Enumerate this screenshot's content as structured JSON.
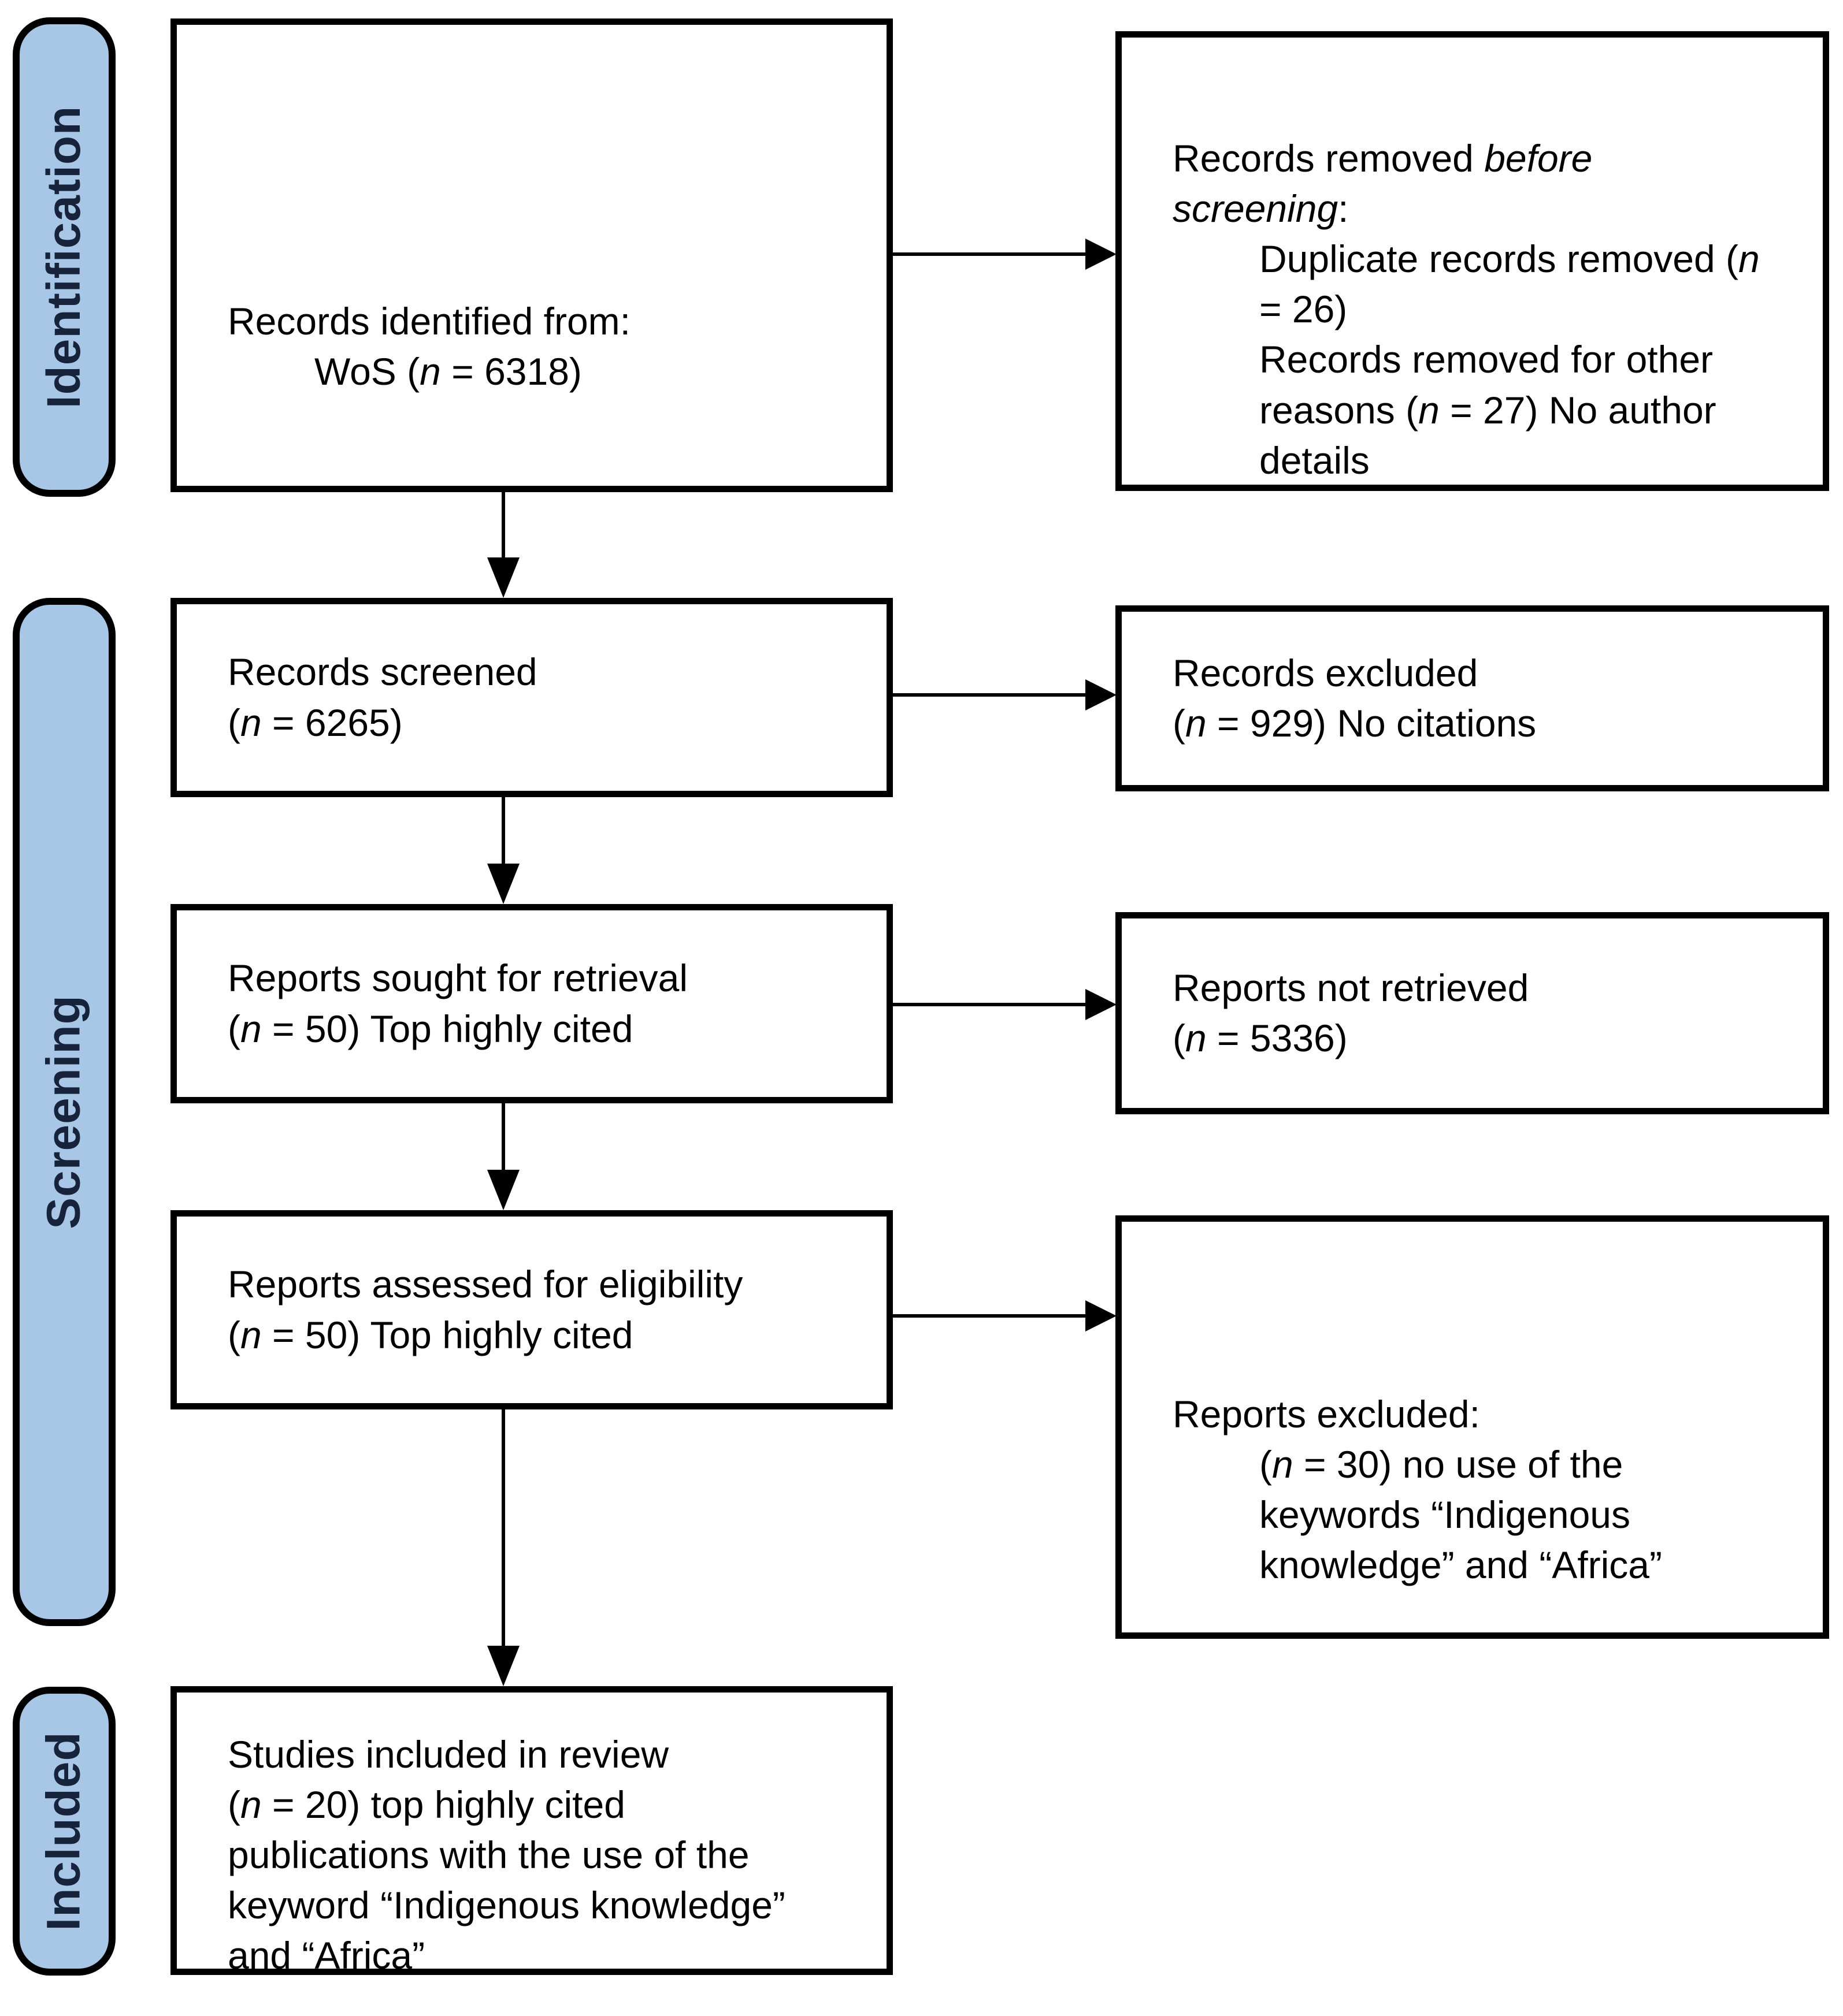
{
  "figure": {
    "type": "prisma-flow-diagram",
    "stages": [
      {
        "label": "Identification"
      },
      {
        "label": "Screening"
      },
      {
        "label": "Included"
      }
    ],
    "boxes": {
      "records_identified": {
        "lines": [
          {
            "segments": [
              {
                "t": "Records identified from:"
              }
            ]
          },
          {
            "indent": true,
            "segments": [
              {
                "t": "WoS ("
              },
              {
                "t": "n",
                "i": true
              },
              {
                "t": " = 6318)"
              }
            ]
          }
        ]
      },
      "records_removed": {
        "lines": [
          {
            "segments": [
              {
                "t": "Records removed "
              },
              {
                "t": "before",
                "i": true
              }
            ]
          },
          {
            "segments": [
              {
                "t": "screening",
                "i": true
              },
              {
                "t": ":"
              }
            ]
          },
          {
            "indent": true,
            "segments": [
              {
                "t": "Duplicate records removed ("
              },
              {
                "t": "n",
                "i": true
              }
            ]
          },
          {
            "indent": true,
            "segments": [
              {
                "t": "= 26)"
              }
            ]
          },
          {
            "indent": true,
            "segments": [
              {
                "t": "Records removed for other"
              }
            ]
          },
          {
            "indent": true,
            "segments": [
              {
                "t": "reasons ("
              },
              {
                "t": "n",
                "i": true
              },
              {
                "t": " = 27) No author"
              }
            ]
          },
          {
            "indent": true,
            "segments": [
              {
                "t": "details"
              }
            ]
          }
        ]
      },
      "records_screened": {
        "lines": [
          {
            "segments": [
              {
                "t": "Records screened"
              }
            ]
          },
          {
            "segments": [
              {
                "t": "("
              },
              {
                "t": "n",
                "i": true
              },
              {
                "t": " = 6265)"
              }
            ]
          }
        ]
      },
      "records_excluded": {
        "lines": [
          {
            "segments": [
              {
                "t": "Records excluded"
              }
            ]
          },
          {
            "segments": [
              {
                "t": "("
              },
              {
                "t": "n",
                "i": true
              },
              {
                "t": " = 929) No citations"
              }
            ]
          }
        ]
      },
      "reports_sought": {
        "lines": [
          {
            "segments": [
              {
                "t": "Reports sought for retrieval"
              }
            ]
          },
          {
            "segments": [
              {
                "t": "("
              },
              {
                "t": "n",
                "i": true
              },
              {
                "t": " = 50) Top highly cited"
              }
            ]
          }
        ]
      },
      "reports_not_retrieved": {
        "lines": [
          {
            "segments": [
              {
                "t": "Reports not retrieved"
              }
            ]
          },
          {
            "segments": [
              {
                "t": "("
              },
              {
                "t": "n",
                "i": true
              },
              {
                "t": " = 5336)"
              }
            ]
          }
        ]
      },
      "reports_assessed": {
        "lines": [
          {
            "segments": [
              {
                "t": "Reports assessed for eligibility"
              }
            ]
          },
          {
            "segments": [
              {
                "t": "("
              },
              {
                "t": "n",
                "i": true
              },
              {
                "t": " = 50) Top highly cited"
              }
            ]
          }
        ]
      },
      "reports_excluded": {
        "lines": [
          {
            "segments": [
              {
                "t": "Reports excluded:"
              }
            ]
          },
          {
            "indent": true,
            "segments": [
              {
                "t": "("
              },
              {
                "t": "n",
                "i": true
              },
              {
                "t": " = 30) no use of the"
              }
            ]
          },
          {
            "indent": true,
            "segments": [
              {
                "t": "keywords “Indigenous"
              }
            ]
          },
          {
            "indent": true,
            "segments": [
              {
                "t": "knowledge” and “Africa”"
              }
            ]
          }
        ]
      },
      "studies_included": {
        "lines": [
          {
            "segments": [
              {
                "t": "Studies included in review"
              }
            ]
          },
          {
            "segments": [
              {
                "t": "("
              },
              {
                "t": "n",
                "i": true
              },
              {
                "t": " = 20) top highly cited"
              }
            ]
          },
          {
            "segments": [
              {
                "t": "publications with the use of the"
              }
            ]
          },
          {
            "segments": [
              {
                "t": "keyword “Indigenous knowledge”"
              }
            ]
          },
          {
            "segments": [
              {
                "t": "and “Africa”"
              }
            ]
          }
        ]
      }
    },
    "colors": {
      "background": "#ffffff",
      "text": "#000000",
      "box_border": "#000000",
      "connector": "#000000",
      "stage_fill": "#a8c7e7",
      "stage_border": "#000000",
      "stage_text": "#16233a"
    }
  }
}
